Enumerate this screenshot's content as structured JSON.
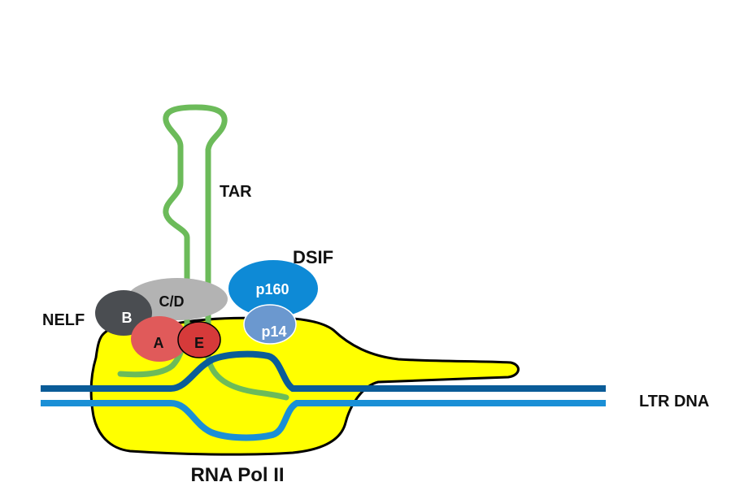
{
  "labels": {
    "tar": "TAR",
    "dsif": "DSIF",
    "nelf": "NELF",
    "ltr_dna": "LTR DNA",
    "rna_pol_ii": "RNA Pol II"
  },
  "subunits": {
    "nelf_cd": "C/D",
    "nelf_b": "B",
    "nelf_a": "A",
    "nelf_e": "E",
    "dsif_p160": "p160",
    "dsif_p14": "p14"
  },
  "colors": {
    "pol_ii_body": "#ffff00",
    "rna_strand": "#6cbb5a",
    "dna_top_strand": "#0a5c98",
    "dna_bottom_strand": "#1a8fd6",
    "nelf_cd": "#b3b3b3",
    "nelf_b": "#4a4d51",
    "nelf_a": "#e05a5a",
    "nelf_e": "#d63a3a",
    "dsif_p160": "#0e8ad6",
    "dsif_p14": "#6b98cf"
  }
}
